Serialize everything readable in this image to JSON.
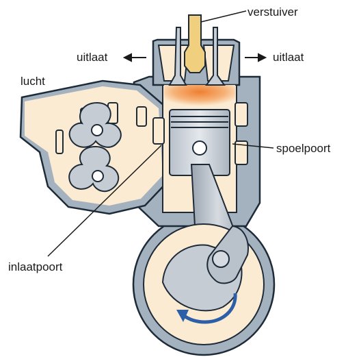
{
  "labels": {
    "verstuiver": "verstuiver",
    "uitlaat_left": "uitlaat",
    "uitlaat_right": "uitlaat",
    "lucht": "lucht",
    "spoelpoort": "spoelpoort",
    "inlaatpoort": "inlaatpoort"
  },
  "colors": {
    "housing_fill": "#a4b2c0",
    "housing_stroke": "#1d2a38",
    "cream": "#fbebd2",
    "steel": "#c6ccd4",
    "steel_dark": "#8f99a5",
    "hot": "#ef8a3c",
    "injector": "#f0cf7f",
    "arrow": "#2d5ea8"
  }
}
